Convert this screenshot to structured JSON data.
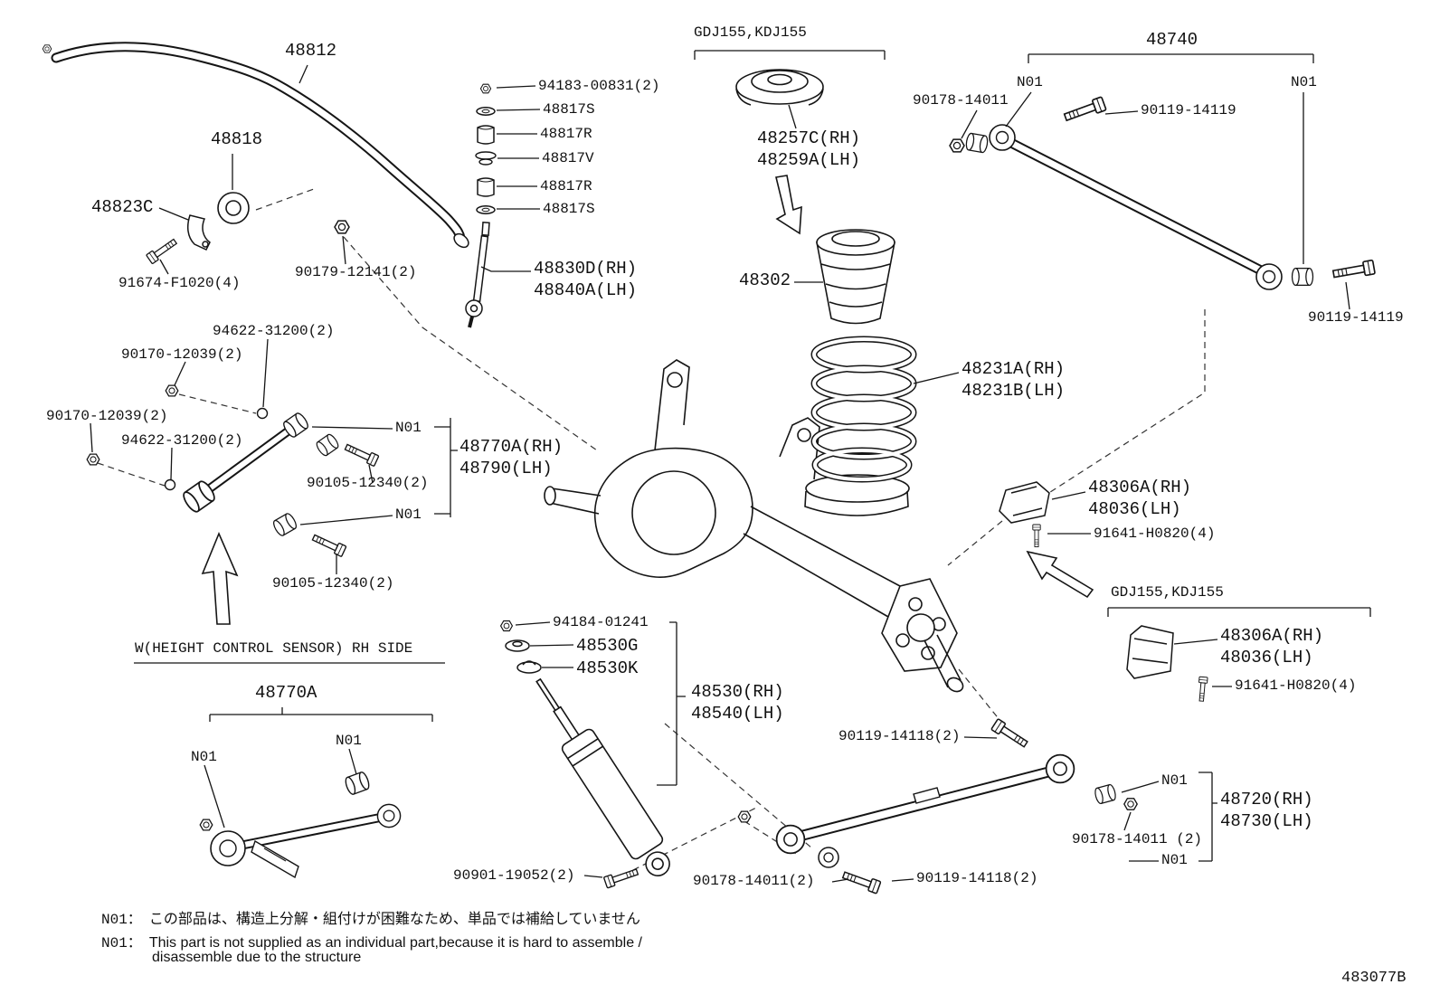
{
  "drawing": {
    "number": "483077B"
  },
  "models": {
    "top": "GDJ155,KDJ155",
    "mid": "GDJ155,KDJ155"
  },
  "callouts": {
    "p48812": "48812",
    "p48740": "48740",
    "p94183": "94183-00831(2)",
    "p48817s": "48817S",
    "p48817r": "48817R",
    "p48817v": "48817V",
    "p48818": "48818",
    "p48823c": "48823C",
    "p91674": "91674-F1020(4)",
    "p90179": "90179-12141(2)",
    "p48830d": "48830D(RH)",
    "p48840a": "48840A(LH)",
    "p48257c": "48257C(RH)",
    "p48259a": "48259A(LH)",
    "p90178_14011": "90178-14011",
    "n01": "N01",
    "p90119_14119": "90119-14119",
    "p48302": "48302",
    "p48231a": "48231A(RH)",
    "p48231b": "48231B(LH)",
    "p94622": "94622-31200(2)",
    "p90170": "90170-12039(2)",
    "p48770a_rh": "48770A(RH)",
    "p48790": "48790(LH)",
    "p90105": "90105-12340(2)",
    "p48306a": "48306A(RH)",
    "p48036": "48036(LH)",
    "p91641": "91641-H0820(4)",
    "hcs_note": "W(HEIGHT CONTROL SENSOR) RH SIDE",
    "p48770a": "48770A",
    "p94184": "94184-01241",
    "p48530g": "48530G",
    "p48530k": "48530K",
    "p48530": "48530(RH)",
    "p48540": "48540(LH)",
    "p90119_14118": "90119-14118(2)",
    "p48720": "48720(RH)",
    "p48730": "48730(LH)",
    "p90178_sp": "90178-14011 (2)",
    "p90178_2": "90178-14011(2)",
    "p90901": "90901-19052(2)"
  },
  "footnotes": {
    "prefix": "N01：",
    "jp": "この部品は、構造上分解・組付けが困難なため、単品では補給していません",
    "en1": "This part is not supplied as an individual part,because it is hard to assemble /",
    "en2": "disassemble due to the structure"
  }
}
